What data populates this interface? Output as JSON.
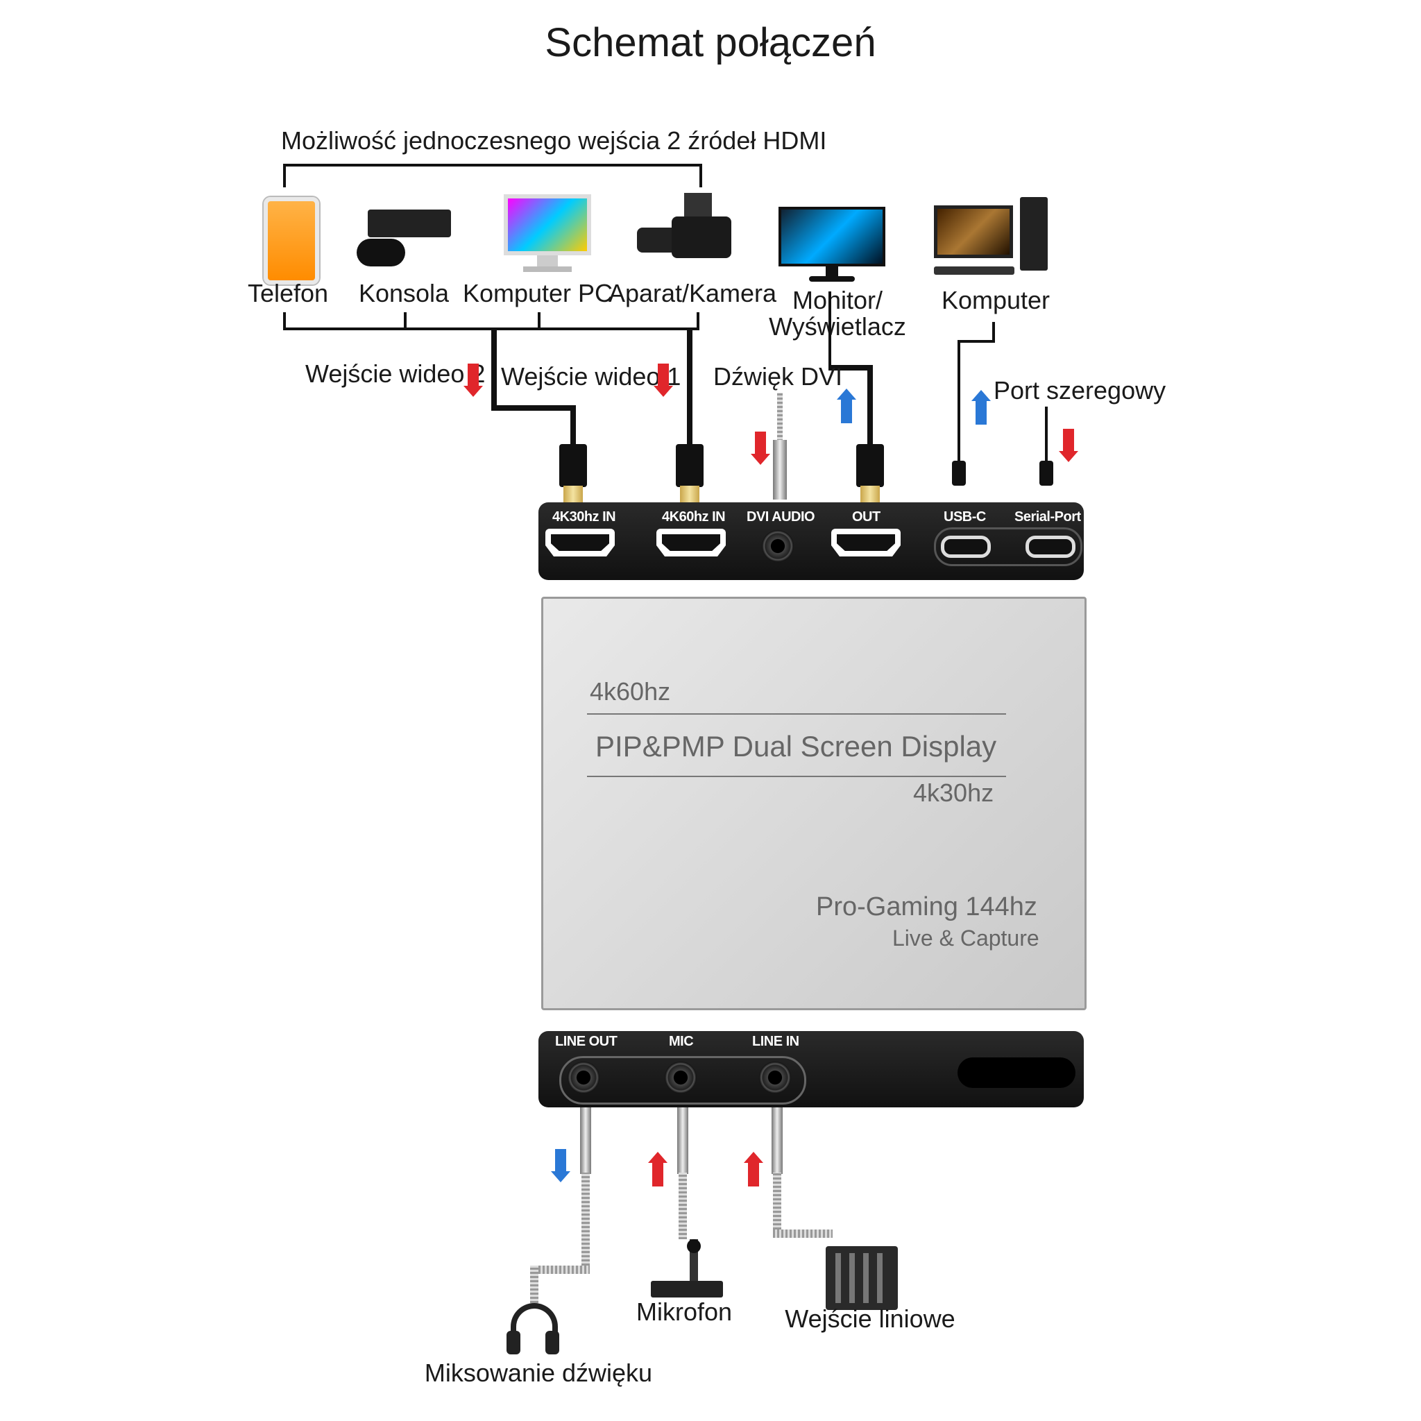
{
  "title": "Schemat połączeń",
  "bracket_label": "Możliwość jednoczesnego wejścia 2 źródeł HDMI",
  "sources": [
    {
      "label": "Telefon",
      "icon": "phone-icon"
    },
    {
      "label": "Konsola",
      "icon": "console-icon"
    },
    {
      "label": "Komputer PC",
      "icon": "pc-monitor-icon"
    },
    {
      "label": "Aparat/Kamera",
      "icon": "camera-icon"
    }
  ],
  "monitor_label_1": "Monitor/",
  "monitor_label_2": "Wyświetlacz",
  "computer_label": "Komputer",
  "cable_labels": {
    "video2": "Wejście wideo 2",
    "video1": "Wejście wideo 1",
    "dvi_audio": "Dźwięk DVI",
    "serial": "Port szeregowy"
  },
  "top_ports": [
    "4K30hz IN",
    "4K60hz IN",
    "DVI AUDIO",
    "OUT",
    "USB-C",
    "Serial-Port"
  ],
  "device": {
    "line1": "4k60hz",
    "line2": "PIP&PMP Dual Screen Display",
    "line3": "4k30hz",
    "line4": "Pro-Gaming 144hz",
    "line5": "Live & Capture"
  },
  "bottom_ports": [
    "LINE OUT",
    "MIC",
    "LINE IN"
  ],
  "bottom_labels": {
    "headphones": "Miksowanie dźwięku",
    "mic": "Mikrofon",
    "mixer": "Wejście liniowe"
  },
  "colors": {
    "arrow_in": "#e0262b",
    "arrow_out": "#2a78d6",
    "panel": "#151515",
    "device_body": "#d6d6d6"
  }
}
